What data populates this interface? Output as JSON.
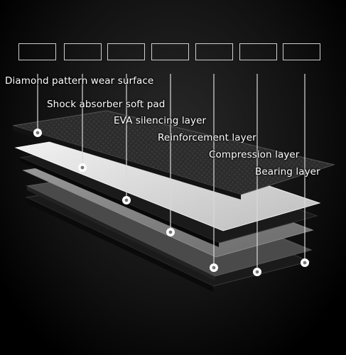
{
  "diagram": {
    "layers": [
      {
        "label": "Diamond pattern wear surface"
      },
      {
        "label": "Shock absorber soft pad"
      },
      {
        "label": "EVA silencing layer"
      },
      {
        "label": "Reinforcement layer"
      },
      {
        "label": "Compression layer"
      },
      {
        "label": "Bearing layer"
      }
    ],
    "colors": {
      "background": "#000000",
      "label_text": "#ffffff",
      "callout_line": "#d9d9d9",
      "marker": "#ffffff",
      "wear_surface": "#2b2b2b",
      "soft_pad": "#e8e8e8",
      "eva_layer": "#1c1c1c",
      "reinforcement": "#6e6e6e",
      "compression": "#3a3a3a",
      "bearing": "#151515"
    }
  }
}
